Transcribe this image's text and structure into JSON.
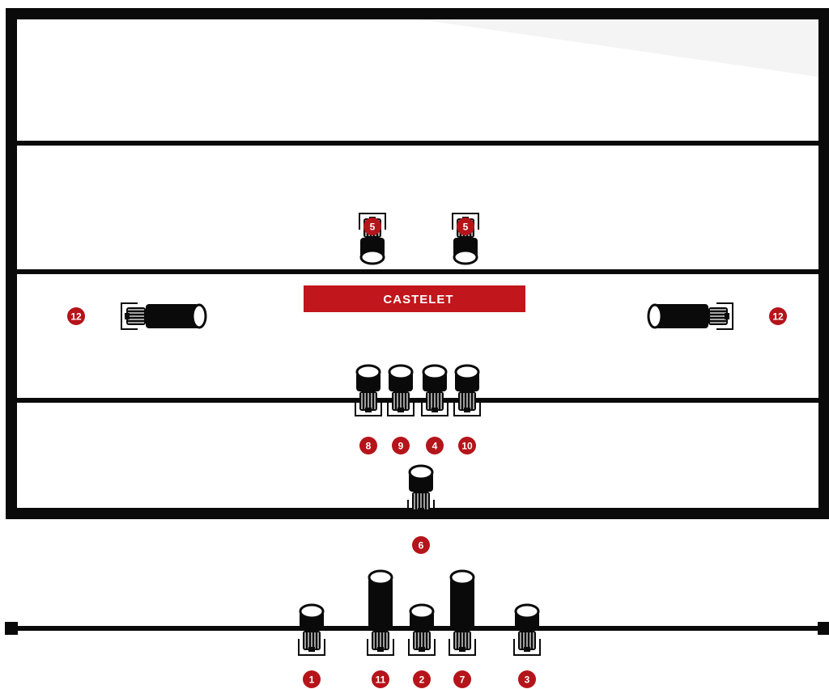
{
  "castelet": {
    "label": "CASTELET",
    "color": "#c1161b"
  },
  "colors": {
    "frame": "#0a0a0a",
    "badge": "#b5141a",
    "badge_text": "#ffffff",
    "lens": "#ffffff"
  },
  "icon": "stage-spotlight-icon",
  "lights": [
    {
      "id": "spot-5-left",
      "number": "5",
      "icon": "spotlight-icon",
      "orientation": "down",
      "size": "short",
      "position_label": "above castelet, left"
    },
    {
      "id": "spot-5-right",
      "number": "5",
      "icon": "spotlight-icon",
      "orientation": "down",
      "size": "short",
      "position_label": "above castelet, right"
    },
    {
      "id": "spot-12-left",
      "number": "12",
      "icon": "spotlight-icon",
      "orientation": "right",
      "size": "long",
      "position_label": "left side"
    },
    {
      "id": "spot-12-right",
      "number": "12",
      "icon": "spotlight-icon",
      "orientation": "left",
      "size": "long",
      "position_label": "right side"
    },
    {
      "id": "spot-8",
      "number": "8",
      "icon": "spotlight-icon",
      "orientation": "up",
      "size": "short",
      "position_label": "front bar"
    },
    {
      "id": "spot-9",
      "number": "9",
      "icon": "spotlight-icon",
      "orientation": "up",
      "size": "short",
      "position_label": "front bar"
    },
    {
      "id": "spot-4",
      "number": "4",
      "icon": "spotlight-icon",
      "orientation": "up",
      "size": "short",
      "position_label": "front bar"
    },
    {
      "id": "spot-10",
      "number": "10",
      "icon": "spotlight-icon",
      "orientation": "up",
      "size": "short",
      "position_label": "front bar"
    },
    {
      "id": "spot-6",
      "number": "6",
      "icon": "spotlight-icon",
      "orientation": "up",
      "size": "short",
      "position_label": "stage edge"
    },
    {
      "id": "spot-1",
      "number": "1",
      "icon": "spotlight-icon",
      "orientation": "up",
      "size": "short",
      "position_label": "house bar"
    },
    {
      "id": "spot-11",
      "number": "11",
      "icon": "spotlight-icon",
      "orientation": "up",
      "size": "long",
      "position_label": "house bar"
    },
    {
      "id": "spot-2",
      "number": "2",
      "icon": "spotlight-icon",
      "orientation": "up",
      "size": "short",
      "position_label": "house bar"
    },
    {
      "id": "spot-7",
      "number": "7",
      "icon": "spotlight-icon",
      "orientation": "up",
      "size": "long",
      "position_label": "house bar"
    },
    {
      "id": "spot-3",
      "number": "3",
      "icon": "spotlight-icon",
      "orientation": "up",
      "size": "short",
      "position_label": "house bar"
    }
  ]
}
